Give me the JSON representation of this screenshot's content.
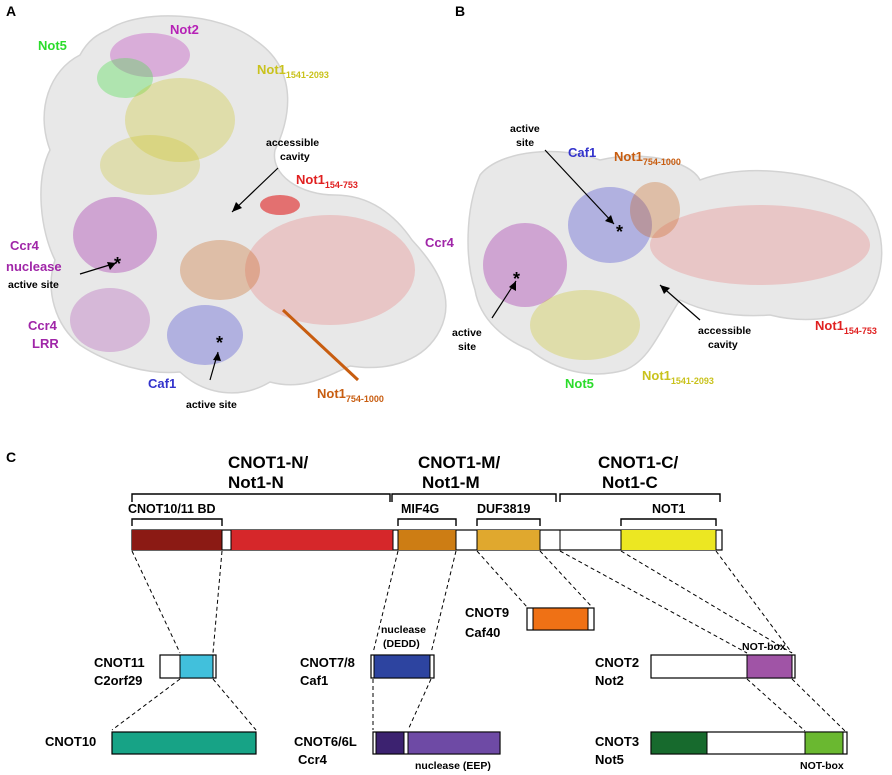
{
  "colors": {
    "not5": "#2bdc2b",
    "not2": "#b621b6",
    "not1_c": "#c9c21c",
    "not1_n": "#e02020",
    "not1_m": "#c85d10",
    "ccr4": "#a026a8",
    "caf1": "#3333cc",
    "envelope": "#e6e6e6",
    "dom_cnot10_11": "#8b1a14",
    "dom_n_rest": "#d6272a",
    "dom_mif4g": "#cd7d14",
    "dom_duf3819": "#e0a82e",
    "dom_not1": "#ece722",
    "cnot11_box": "#41c0dc",
    "cnot10_box": "#17a386",
    "cnot9_box": "#ef7115",
    "cnot7_box": "#2d44a0",
    "cnot6_dark": "#3c2270",
    "cnot6_light": "#6e4aa5",
    "cnot2_box": "#a054a6",
    "cnot3_dark": "#176a2d",
    "cnot3_light": "#6ab830"
  },
  "panel_a": {
    "letter": "A",
    "not5": "Not5",
    "not2": "Not2",
    "not1_c": "Not1",
    "not1_c_sub": "1541-2093",
    "accessible": "accessible",
    "cavity": "cavity",
    "not1_n": "Not1",
    "not1_n_sub": "154-753",
    "ccr4": "Ccr4",
    "nuclease": "nuclease",
    "active_site": "active site",
    "ccr4_2": "Ccr4",
    "lrr": "LRR",
    "caf1": "Caf1",
    "caf1_active": "active site",
    "not1_m": "Not1",
    "not1_m_sub": "754-1000",
    "asterisk": "*"
  },
  "panel_b": {
    "letter": "B",
    "active": "active",
    "site": "site",
    "caf1": "Caf1",
    "not1_m": "Not1",
    "not1_m_sub": "754-1000",
    "ccr4": "Ccr4",
    "active2": "active",
    "site2": "site",
    "accessible": "accessible",
    "cavity": "cavity",
    "not1_n": "Not1",
    "not1_n_sub": "154-753",
    "not5": "Not5",
    "not1_c": "Not1",
    "not1_c_sub": "1541-2093",
    "asterisk": "*"
  },
  "panel_c": {
    "letter": "C",
    "region_n_line1": "CNOT1-N/",
    "region_n_line2": "Not1-N",
    "region_m_line1": "CNOT1-M/",
    "region_m_line2": "Not1-M",
    "region_c_line1": "CNOT1-C/",
    "region_c_line2": "Not1-C",
    "dom_cnot10_11": "CNOT10/11 BD",
    "dom_mif4g": "MIF4G",
    "dom_duf3819": "DUF3819",
    "dom_not1": "NOT1",
    "cnot9_a": "CNOT9",
    "cnot9_b": "Caf40",
    "cnot11_a": "CNOT11",
    "cnot11_b": "C2orf29",
    "cnot10": "CNOT10",
    "cnot7_a": "CNOT7/8",
    "cnot7_b": "Caf1",
    "nuclease_dedd_a": "nuclease",
    "nuclease_dedd_b": "(DEDD)",
    "cnot6_a": "CNOT6/6L",
    "cnot6_b": "Ccr4",
    "nuclease_eep": "nuclease (EEP)",
    "cnot2_a": "CNOT2",
    "cnot2_b": "Not2",
    "not_box_top": "NOT-box",
    "cnot3_a": "CNOT3",
    "cnot3_b": "Not5",
    "not_box_bottom": "NOT-box"
  }
}
